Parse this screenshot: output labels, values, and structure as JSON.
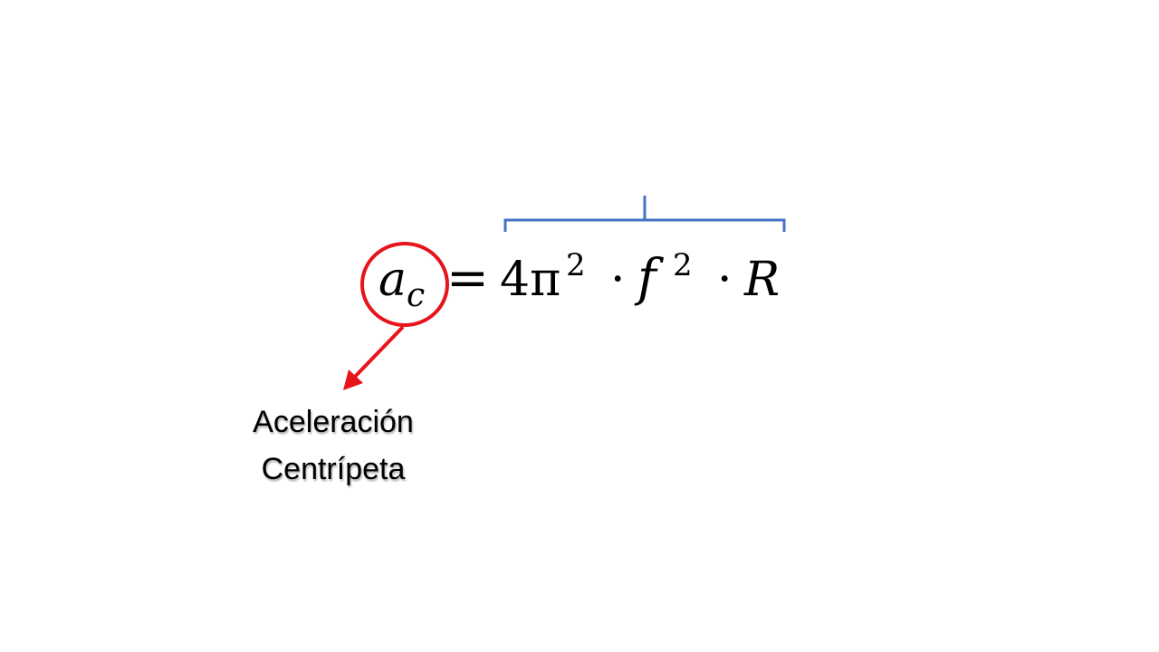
{
  "equation": {
    "lhs_base": "a",
    "lhs_subscript": "c",
    "equals": "=",
    "coef": "4π",
    "coef_exp": "2",
    "dot1": "·",
    "var_f": "f",
    "f_exp": "2",
    "dot2": "·",
    "var_r": "R"
  },
  "label": {
    "line1": "Aceleración",
    "line2": "Centrípeta"
  },
  "colors": {
    "highlight_circle": "#e8141b",
    "arrow": "#e8141b",
    "brace": "#4472c4"
  }
}
